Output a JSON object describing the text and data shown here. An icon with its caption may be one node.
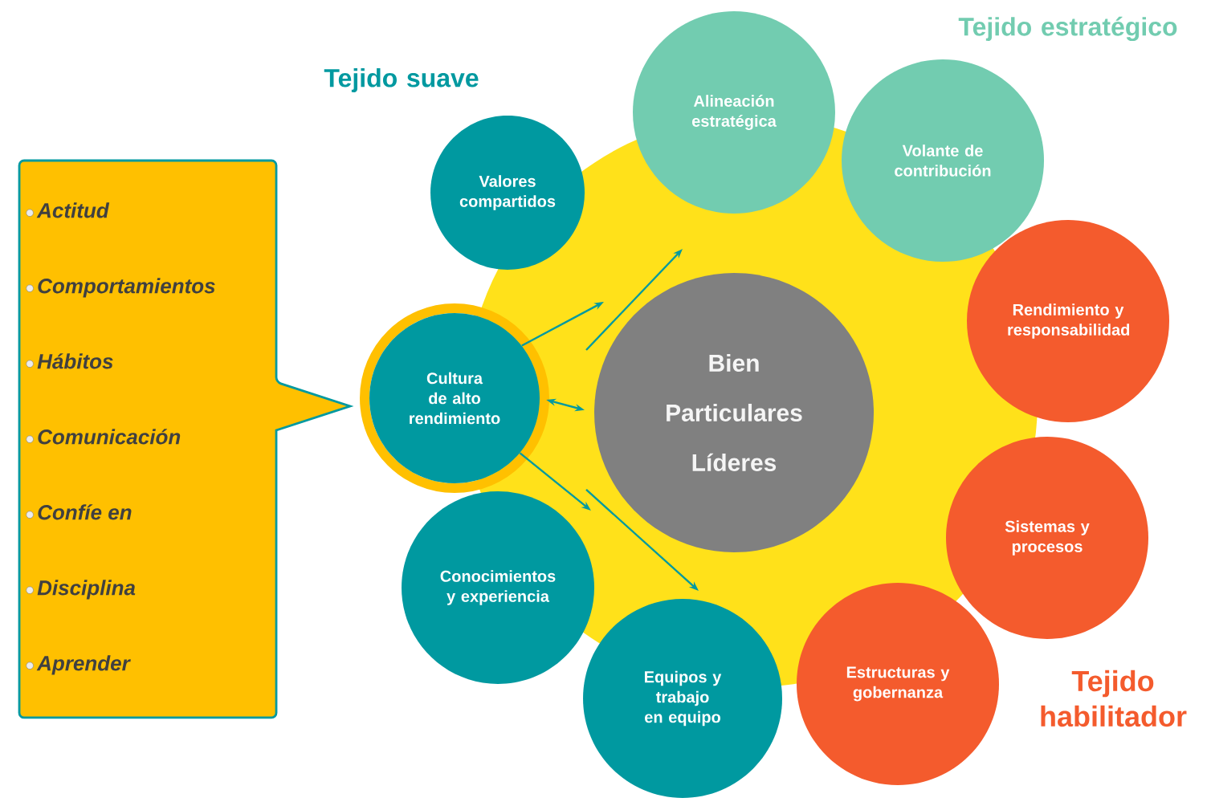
{
  "diagram": {
    "nodes": [
      {
        "text": [
          "Actitud",
          "Comportamientos",
          "Hábitos",
          "Comunicación",
          "Confíe en",
          "Disciplina",
          "Aprender"
        ]
      },
      {
        "text": [
          "Valores compartidos"
        ]
      },
      {
        "text": [
          "Alineación estratégica"
        ]
      },
      {
        "text": [
          "Volante de contribución"
        ]
      },
      {
        "text": [
          "Rendimiento y responsabilidad"
        ]
      },
      {
        "text": [
          "Sistemas y procesos"
        ]
      },
      {
        "text": [
          "Estructuras y gobernanza"
        ]
      },
      {
        "text": [
          "Equipos y trabajo en equipo"
        ]
      },
      {
        "text": [
          "Conocimientos y experiencia"
        ]
      },
      {
        "text": [
          "Cultura de alto rendimiento"
        ]
      },
      {
        "text": [
          "Bien",
          "Particulares",
          "Líderes"
        ]
      }
    ],
    "edges": [
      {
        "from": 9,
        "to": null,
        "arrow": "to"
      },
      {
        "from": 9,
        "to": null,
        "arrow": "to"
      },
      {
        "from": 9,
        "to": 10,
        "arrow": "both"
      }
    ],
    "labels": [
      "Tejido suave",
      "Tejido estratégico",
      "Tejido habilitador"
    ]
  }
}
